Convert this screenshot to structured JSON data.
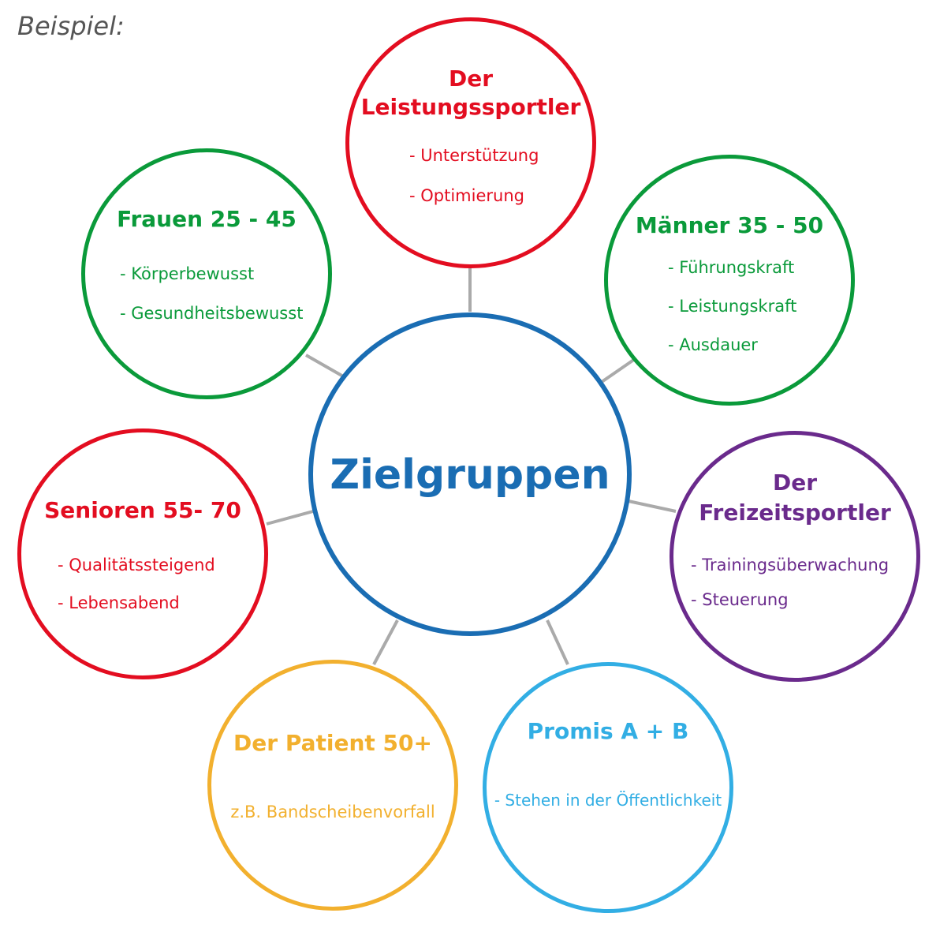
{
  "caption": "Beispiel:",
  "colors": {
    "red": "#e30d20",
    "green": "#0a9a3a",
    "blue": "#1a6db3",
    "purple": "#6a2a8c",
    "orange": "#f2b02e",
    "lightblue": "#32aee4",
    "connector": "#aaaaaa"
  },
  "center": {
    "title": "Zielgruppen"
  },
  "nodes": {
    "leistungssportler": {
      "title_1": "Der",
      "title_2": "Leistungssportler",
      "items": [
        "- Unterstützung",
        "- Optimierung"
      ]
    },
    "frauen": {
      "title": "Frauen 25 - 45",
      "items": [
        "- Körperbewusst",
        "- Gesundheitsbewusst"
      ]
    },
    "maenner": {
      "title": "Männer 35 - 50",
      "items": [
        "- Führungskraft",
        "- Leistungskraft",
        "- Ausdauer"
      ]
    },
    "senioren": {
      "title": "Senioren 55- 70",
      "items": [
        "- Qualitätssteigend",
        "- Lebensabend"
      ]
    },
    "freizeitsportler": {
      "title_1": "Der",
      "title_2": "Freizeitsportler",
      "items": [
        "- Trainingsüberwachung",
        "- Steuerung"
      ]
    },
    "patient": {
      "title": "Der Patient 50+",
      "items": [
        "z.B. Bandscheibenvorfall"
      ]
    },
    "promis": {
      "title": "Promis A + B",
      "items": [
        "- Stehen in der Öffentlichkeit"
      ]
    }
  }
}
